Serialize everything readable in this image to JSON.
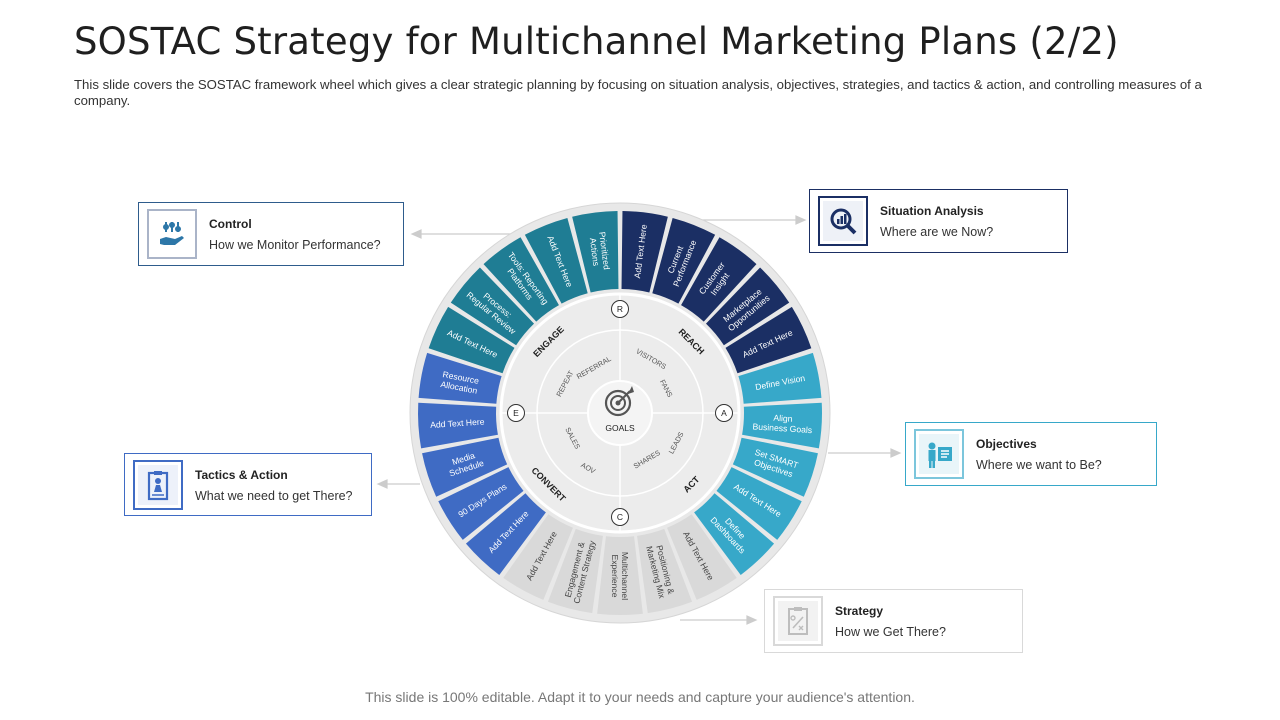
{
  "title": "SOSTAC Strategy for Multichannel Marketing Plans (2/2)",
  "subtitle": "This slide covers the SOSTAC framework wheel which gives a clear strategic planning by focusing on situation analysis, objectives, strategies, and tactics & action, and controlling measures of a company.",
  "footer": "This slide is 100% editable. Adapt it to your needs and capture your audience's attention.",
  "cards": {
    "control": {
      "title": "Control",
      "desc": "How we Monitor Performance?",
      "icon": "hand-settings-icon"
    },
    "situation": {
      "title": "Situation Analysis",
      "desc": "Where are we Now?",
      "icon": "magnifier-chart-icon"
    },
    "objectives": {
      "title": "Objectives",
      "desc": "Where we want to Be?",
      "icon": "presenter-board-icon"
    },
    "tactics": {
      "title": "Tactics & Action",
      "desc": "What we need to get There?",
      "icon": "clipboard-person-icon"
    },
    "strategy": {
      "title": "Strategy",
      "desc": "How we Get There?",
      "icon": "strategy-board-icon"
    }
  },
  "wheel": {
    "center_label": "GOALS",
    "center_icon": "target-icon",
    "quadrants": [
      "REACH",
      "ACT",
      "CONVERT",
      "ENGAGE"
    ],
    "markers": [
      "R",
      "A",
      "C",
      "E"
    ],
    "inner_labels": {
      "reach": [
        "VISITORS",
        "FANS"
      ],
      "act": [
        "LEADS",
        "SHARES"
      ],
      "convert": [
        "AOV",
        "SALES"
      ],
      "engage": [
        "REPEAT",
        "REFERRAL"
      ]
    },
    "segments": [
      {
        "text": "Add Text Here",
        "group": "situation"
      },
      {
        "text": "Current Performance",
        "group": "situation"
      },
      {
        "text": "Customer Insight",
        "group": "situation"
      },
      {
        "text": "Marketplace Opportunities",
        "group": "situation"
      },
      {
        "text": "Add Text Here",
        "group": "situation"
      },
      {
        "text": "Define Vision",
        "group": "objectives"
      },
      {
        "text": "Align Business Goals",
        "group": "objectives"
      },
      {
        "text": "Set SMART Objectives",
        "group": "objectives"
      },
      {
        "text": "Add Text Here",
        "group": "objectives"
      },
      {
        "text": "Define Dashboards",
        "group": "objectives"
      },
      {
        "text": "Add Text Here",
        "group": "strategy"
      },
      {
        "text": "Positioning & Marketing Mix",
        "group": "strategy"
      },
      {
        "text": "Multichannel Experience",
        "group": "strategy"
      },
      {
        "text": "Engagement & Content Strategy",
        "group": "strategy"
      },
      {
        "text": "Add Text Here",
        "group": "strategy"
      },
      {
        "text": "Add Text Here",
        "group": "tactics"
      },
      {
        "text": "90 Days Plans",
        "group": "tactics"
      },
      {
        "text": "Media Schedule",
        "group": "tactics"
      },
      {
        "text": "Add Text Here",
        "group": "tactics"
      },
      {
        "text": "Resource Allocation",
        "group": "tactics"
      },
      {
        "text": "Add Text Here",
        "group": "control"
      },
      {
        "text": "Process: Regular Review",
        "group": "control"
      },
      {
        "text": "Tools: Reporting Platforms",
        "group": "control"
      },
      {
        "text": "Add Text Here",
        "group": "control"
      },
      {
        "text": "Prioritized Actions",
        "group": "control"
      }
    ]
  },
  "colors": {
    "situation": "#1b2f64",
    "objectives": "#37a8c9",
    "strategy": "#d9d9d9",
    "tactics": "#3f6bc4",
    "control": "#1f7d94",
    "outer_ring": "#e8e8e8",
    "inner_disc": "#ececec",
    "arrow": "#cccccc"
  }
}
